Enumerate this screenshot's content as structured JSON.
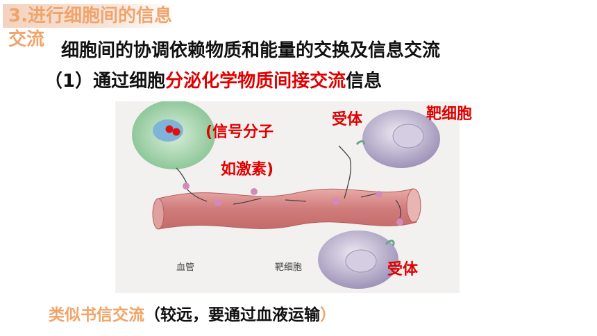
{
  "slide": {
    "title": "3.进行细胞间的信息交流",
    "subtitle": "细胞间的协调依赖物质和能量的交换及信息交流",
    "point": {
      "prefix": "（1）通过细胞",
      "highlight": "分泌化学物质间接交流",
      "suffix": "信息"
    },
    "bottom": {
      "highlight": "类似书信交流",
      "note": "（较远，要通过血液运输",
      "close": "）"
    }
  },
  "figure": {
    "label_signal_line1": "(信号分子",
    "label_signal_line2": "如激素)",
    "label_receptor_top": "受体",
    "label_target_cell": "靶细胞",
    "label_receptor_bottom": "受体",
    "caption_vessel": "血管",
    "caption_target_cell": "靶细胞",
    "colors": {
      "vessel": "#d88a8a",
      "secretory_cell": "#a9d8b0",
      "target_cell": "#c7bcd8",
      "molecule": "#d38ab8",
      "receptor": "#6aa48a"
    }
  }
}
